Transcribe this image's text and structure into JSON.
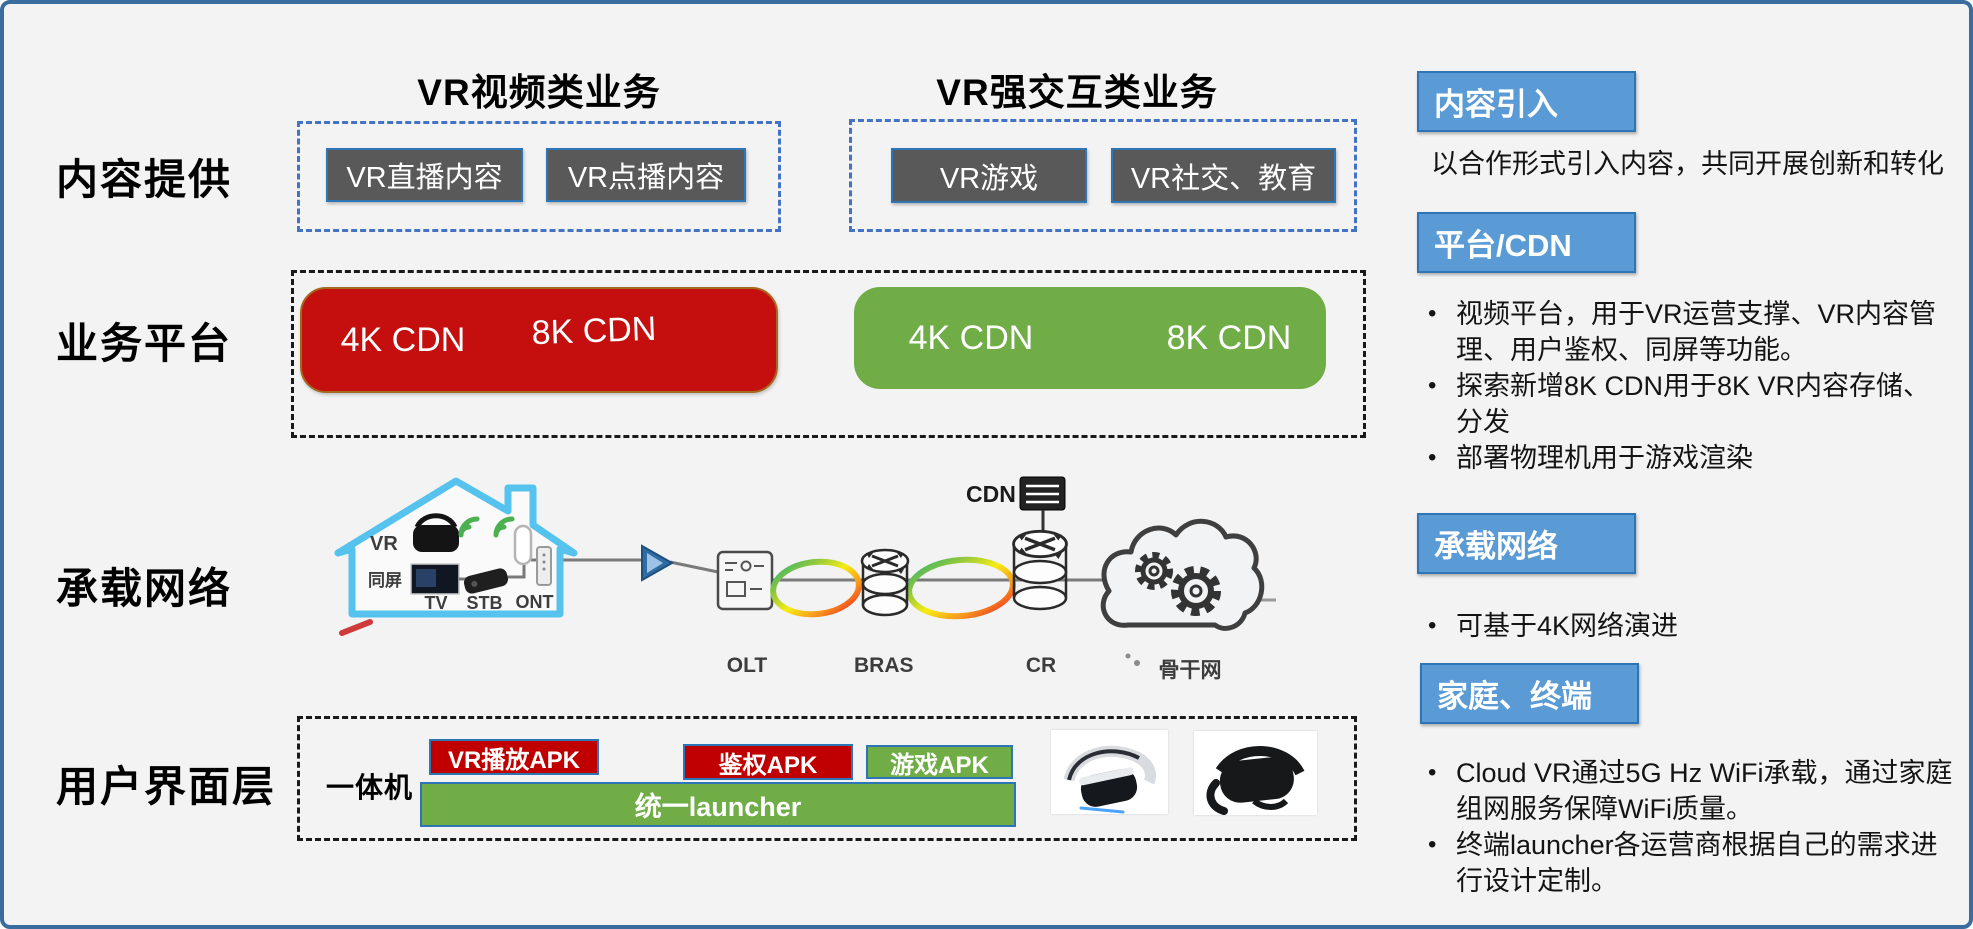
{
  "headers": {
    "video": "VR视频类业务",
    "interactive": "VR强交互类业务"
  },
  "row_labels": {
    "content": "内容提供",
    "platform": "业务平台",
    "network": "承载网络",
    "ui": "用户界面层"
  },
  "content_boxes": {
    "live": "VR直播内容",
    "vod": "VR点播内容",
    "game": "VR游戏",
    "social": "VR社交、教育"
  },
  "platform": {
    "video": {
      "cdn4k": "4K CDN",
      "cdn8k": "8K CDN"
    },
    "interactive": {
      "cdn4k": "4K CDN",
      "cdn8k": "8K CDN"
    }
  },
  "network": {
    "vr": "VR",
    "screen_share": "同屏",
    "tv": "TV",
    "stb": "STB",
    "ont": "ONT",
    "olt": "OLT",
    "bras": "BRAS",
    "cr": "CR",
    "cdn": "CDN",
    "backbone": "骨干网"
  },
  "ui_layer": {
    "device": "一体机",
    "vr_play_apk": "VR播放APK",
    "auth_apk": "鉴权APK",
    "game_apk": "游戏APK",
    "launcher": "统一launcher"
  },
  "sidebar": {
    "sections": [
      {
        "title": "内容引入",
        "paragraph": "以合作形式引入内容，共同开展创新和转化",
        "bullets": []
      },
      {
        "title": "平台/CDN",
        "paragraph": "",
        "bullets": [
          "视频平台，用于VR运营支撑、VR内容管理、用户鉴权、同屏等功能。",
          "探索新增8K CDN用于8K VR内容存储、分发",
          "部署物理机用于游戏渲染"
        ]
      },
      {
        "title": "承载网络",
        "paragraph": "",
        "bullets": [
          "可基于4K网络演进"
        ]
      },
      {
        "title": "家庭、终端",
        "paragraph": "",
        "bullets": [
          "Cloud VR通过5G Hz WiFi承载，通过家庭组网服务保障WiFi质量。",
          "终端launcher各运营商根据自己的需求进行设计定制。"
        ]
      }
    ]
  },
  "colors": {
    "accent_blue": "#5B9BD5",
    "dashed_blue": "#4472C4",
    "box_gray": "#595959",
    "red": "#C00000",
    "green": "#70AD47",
    "house_blue": "#56C2EE",
    "slide_border": "#3A6D9E"
  }
}
